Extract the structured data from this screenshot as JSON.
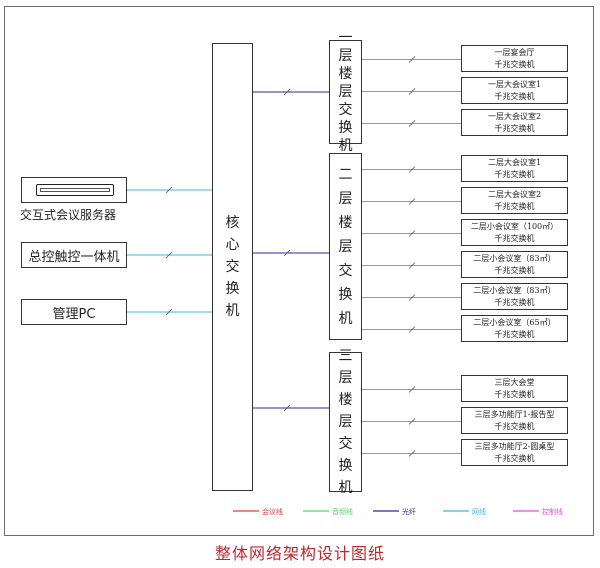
{
  "core_switch": {
    "chars": [
      "核",
      "心",
      "交",
      "换",
      "机"
    ]
  },
  "floors": [
    {
      "chars": [
        "一",
        "层",
        "楼",
        "层",
        "交",
        "换",
        "机"
      ],
      "devices": [
        [
          "一层宴会厅",
          "千兆交换机"
        ],
        [
          "一层大会议室1",
          "千兆交换机"
        ],
        [
          "一层大会议室2",
          "千兆交换机"
        ]
      ]
    },
    {
      "chars": [
        "二",
        "层",
        "楼",
        "层",
        "交",
        "换",
        "机"
      ],
      "devices": [
        [
          "二层大会议室1",
          "千兆交换机"
        ],
        [
          "二层大会议室2",
          "千兆交换机"
        ],
        [
          "二层小会议室（100㎡）",
          "千兆交换机"
        ],
        [
          "二层小会议室（83㎡）",
          "千兆交换机"
        ],
        [
          "二层小会议室（83㎡）",
          "千兆交换机"
        ],
        [
          "二层小会议室（65㎡）",
          "千兆交换机"
        ]
      ]
    },
    {
      "chars": [
        "三",
        "层",
        "楼",
        "层",
        "交",
        "换",
        "机"
      ],
      "devices": [
        [
          "三层大会堂",
          "千兆交换机"
        ],
        [
          "三层多功能厅1-报告型",
          "千兆交换机"
        ],
        [
          "三层多功能厅2-圆桌型",
          "千兆交换机"
        ]
      ]
    }
  ],
  "left_devices": {
    "server": "交互式会议服务器",
    "touch": "总控触控一体机",
    "pc": "管理PC"
  },
  "legend": [
    {
      "label": "会议线",
      "color": "#e8383d"
    },
    {
      "label": "音频线",
      "color": "#5ad46a"
    },
    {
      "label": "光纤",
      "color": "#2a2aa8"
    },
    {
      "label": "网线",
      "color": "#3fb7e0"
    },
    {
      "label": "控制线",
      "color": "#e14fd8"
    }
  ],
  "caption": "整体网络架构设计图纸",
  "colors": {
    "fiber": "#2a2aa8",
    "network": "#3fb7e0"
  }
}
